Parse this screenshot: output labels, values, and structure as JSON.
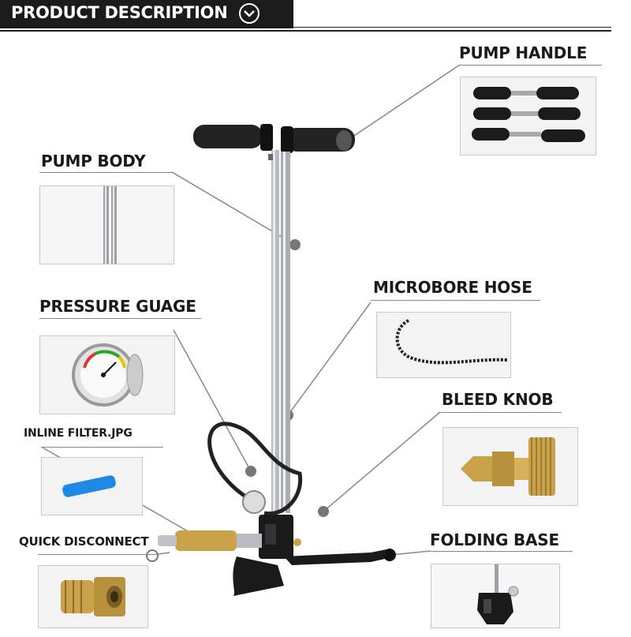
{
  "banner": {
    "title": "PRODUCT DESCRIPTION",
    "icon": "chevron-down-icon"
  },
  "labels": {
    "pump_handle": "PUMP HANDLE",
    "pump_body": "PUMP BODY",
    "microbore_hose": "MICROBORE HOSE",
    "pressure_gauge": "PRESSURE GUAGE",
    "bleed_knob": "BLEED KNOB",
    "inline_filter": "INLINE FILTER.JPG",
    "quick_disconnect": "QUICK DISCONNECT",
    "folding_base": "FOLDING BASE"
  },
  "colors": {
    "banner": "#1b1b1b",
    "brass": "#c9a24a",
    "filter_blue": "#1e88e5",
    "chrome": "#bfc3c7"
  }
}
